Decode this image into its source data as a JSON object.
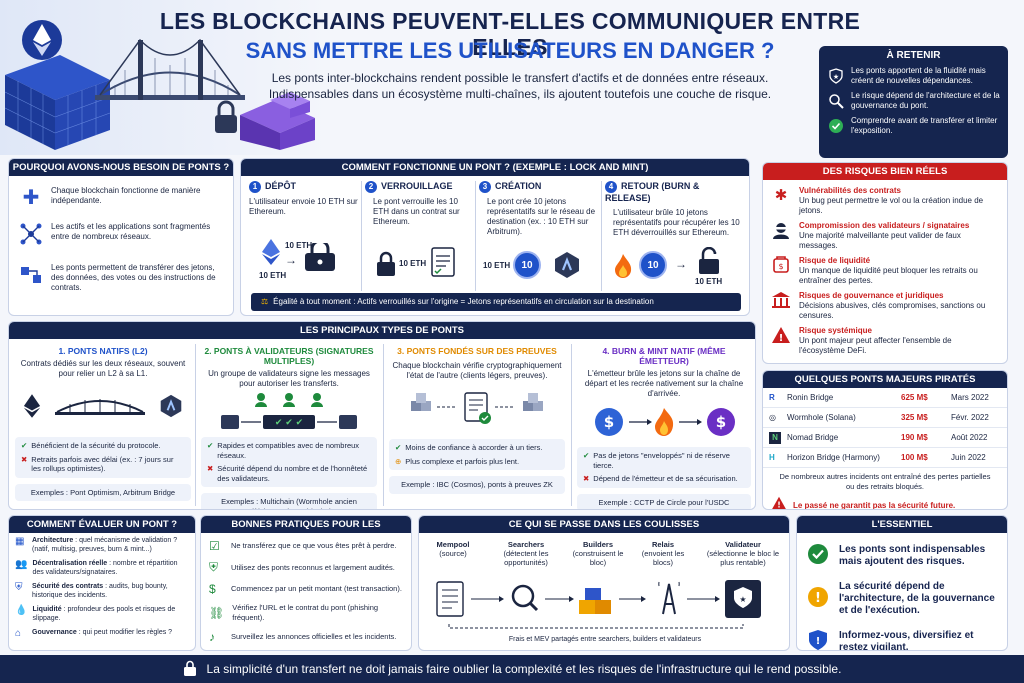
{
  "header": {
    "title": "LES BLOCKCHAINS PEUVENT-ELLES COMMUNIQUER ENTRE ELLES",
    "subtitle": "SANS METTRE LES UTILISATEURS EN DANGER ?",
    "intro": "Les ponts inter-blockchains rendent possible le transfert d'actifs et de données entre réseaux. Indispensables dans un écosystème multi-chaînes, ils ajoutent toutefois une couche de risque."
  },
  "retenir": {
    "title": "À RETENIR",
    "items": [
      "Les ponts apportent de la fluidité mais créent de nouvelles dépendances.",
      "Le risque dépend de l'architecture et de la gouvernance du pont.",
      "Comprendre avant de transférer et limiter l'exposition."
    ]
  },
  "pourquoi": {
    "title": "POURQUOI AVONS-NOUS BESOIN DE PONTS ?",
    "items": [
      "Chaque blockchain fonctionne de manière indépendante.",
      "Les actifs et les applications sont fragmentés entre de nombreux réseaux.",
      "Les ponts permettent de transférer des jetons, des données, des votes ou des instructions de contrats."
    ]
  },
  "fonctionne": {
    "title": "COMMENT FONCTIONNE UN PONT ? (EXEMPLE : LOCK AND MINT)",
    "steps": [
      {
        "n": "1",
        "title": "DÉPÔT",
        "text": "L'utilisateur envoie 10 ETH sur Ethereum."
      },
      {
        "n": "2",
        "title": "VERROUILLAGE",
        "text": "Le pont verrouille les 10 ETH dans un contrat sur Ethereum."
      },
      {
        "n": "3",
        "title": "CRÉATION",
        "text": "Le pont crée 10 jetons représentatifs sur le réseau de destination (ex. : 10 ETH sur Arbitrum)."
      },
      {
        "n": "4",
        "title": "RETOUR (BURN & RELEASE)",
        "text": "L'utilisateur brûle 10 jetons représentatifs pour récupérer les 10 ETH déverrouillés sur Ethereum."
      }
    ],
    "amount": "10 ETH",
    "coin": "10",
    "equality": "Égalité à tout moment : Actifs verrouillés sur l'origine = Jetons représentatifs en circulation sur la destination"
  },
  "risques": {
    "title": "DES RISQUES BIEN RÉELS",
    "items": [
      {
        "title": "Vulnérabilités des contrats",
        "text": "Un bug peut permettre le vol ou la création indue de jetons."
      },
      {
        "title": "Compromission des validateurs / signataires",
        "text": "Une majorité malveillante peut valider de faux messages."
      },
      {
        "title": "Risque de liquidité",
        "text": "Un manque de liquidité peut bloquer les retraits ou entraîner des pertes."
      },
      {
        "title": "Risques de gouvernance et juridiques",
        "text": "Décisions abusives, clés compromises, sanctions ou censures."
      },
      {
        "title": "Risque systémique",
        "text": "Un pont majeur peut affecter l'ensemble de l'écosystème DeFi."
      }
    ]
  },
  "types": {
    "title": "LES PRINCIPAUX TYPES DE PONTS",
    "cols": [
      {
        "title": "1. PONTS NATIFS (L2)",
        "desc": "Contrats dédiés sur les deux réseaux, souvent pour relier un L2 à sa L1.",
        "pro": "Bénéficient de la sécurité du protocole.",
        "con": "Retraits parfois avec délai (ex. : 7 jours sur les rollups optimistes).",
        "ex": "Exemples : Pont Optimism, Arbitrum Bridge",
        "color": "#1f52c9"
      },
      {
        "title": "2. PONTS À VALIDATEURS (SIGNATURES MULTIPLES)",
        "desc": "Un groupe de validateurs signe les messages pour autoriser les transferts.",
        "pro": "Rapides et compatibles avec de nombreux réseaux.",
        "con": "Sécurité dépend du nombre et de l'honnêteté des validateurs.",
        "ex": "Exemples : Multichain (Wormhole ancien modèle), certaines sidechains",
        "color": "#1e8a3c"
      },
      {
        "title": "3. PONTS FONDÉS SUR DES PREUVES",
        "desc": "Chaque blockchain vérifie cryptographiquement l'état de l'autre (clients légers, preuves).",
        "pro": "Moins de confiance à accorder à un tiers.",
        "con": "Plus complexe et parfois plus lent.",
        "ex": "Exemple : IBC (Cosmos), ponts à preuves ZK",
        "color": "#e08a00"
      },
      {
        "title": "4. BURN & MINT NATIF (MÊME ÉMETTEUR)",
        "desc": "L'émetteur brûle les jetons sur la chaîne de départ et les recrée nativement sur la chaîne d'arrivée.",
        "pro": "Pas de jetons \"enveloppés\" ni de réserve tierce.",
        "con": "Dépend de l'émetteur et de sa sécurisation.",
        "ex": "Exemple : CCTP de Circle pour l'USDC",
        "color": "#6a2fc4"
      }
    ]
  },
  "pirates": {
    "title": "QUELQUES PONTS MAJEURS PIRATÉS",
    "rows": [
      {
        "name": "Ronin Bridge",
        "amount": "625 M$",
        "date": "Mars 2022"
      },
      {
        "name": "Wormhole (Solana)",
        "amount": "325 M$",
        "date": "Févr. 2022"
      },
      {
        "name": "Nomad Bridge",
        "amount": "190 M$",
        "date": "Août 2022"
      },
      {
        "name": "Horizon Bridge (Harmony)",
        "amount": "100 M$",
        "date": "Juin 2022"
      }
    ],
    "note": "De nombreux autres incidents ont entraîné des pertes partielles ou des retraits bloqués.",
    "warning": "Le passé ne garantit pas la sécurité future."
  },
  "evaluer": {
    "title": "COMMENT ÉVALUER UN PONT ?",
    "items": [
      {
        "b": "Architecture",
        "t": " : quel mécanisme de validation ? (natif, multisig, preuves, burn & mint...)"
      },
      {
        "b": "Décentralisation réelle",
        "t": " : nombre et répartition des validateurs/signataires."
      },
      {
        "b": "Sécurité des contrats",
        "t": " : audits, bug bounty, historique des incidents."
      },
      {
        "b": "Liquidité",
        "t": " : profondeur des pools et risques de slippage."
      },
      {
        "b": "Gouvernance",
        "t": " : qui peut modifier les règles ?"
      }
    ]
  },
  "pratiques": {
    "title": "BONNES PRATIQUES POUR LES UTILISATEURS",
    "items": [
      "Ne transférez que ce que vous êtes prêt à perdre.",
      "Utilisez des ponts reconnus et largement audités.",
      "Commencez par un petit montant (test transaction).",
      "Vérifiez l'URL et le contrat du pont (phishing fréquent).",
      "Surveillez les annonces officielles et les incidents."
    ]
  },
  "coulisses": {
    "title": "CE QUI SE PASSE DANS LES COULISSES",
    "actors": [
      {
        "name": "Mempool",
        "sub": "(source)"
      },
      {
        "name": "Searchers",
        "sub": "(détectent les opportunités)"
      },
      {
        "name": "Builders",
        "sub": "(construisent le bloc)"
      },
      {
        "name": "Relais",
        "sub": "(envoient les blocs)"
      },
      {
        "name": "Validateur",
        "sub": "(sélectionne le bloc le plus rentable)"
      }
    ],
    "note": "Frais et MEV partagés entre searchers, builders et validateurs"
  },
  "essentiel": {
    "title": "L'ESSENTIEL",
    "items": [
      "Les ponts sont indispensables mais ajoutent des risques.",
      "La sécurité dépend de l'architecture, de la gouvernance et de l'exécution.",
      "Informez-vous, diversifiez et restez vigilant."
    ]
  },
  "footer": {
    "text": "La simplicité d'un transfert ne doit jamais faire oublier la complexité et les risques de l'infrastructure qui le rend possible."
  },
  "colors": {
    "navy": "#15254f",
    "blue": "#1f52c9",
    "red": "#c81e1e",
    "green": "#1e8a3c",
    "orange": "#e08a00",
    "purple": "#6a2fc4"
  }
}
